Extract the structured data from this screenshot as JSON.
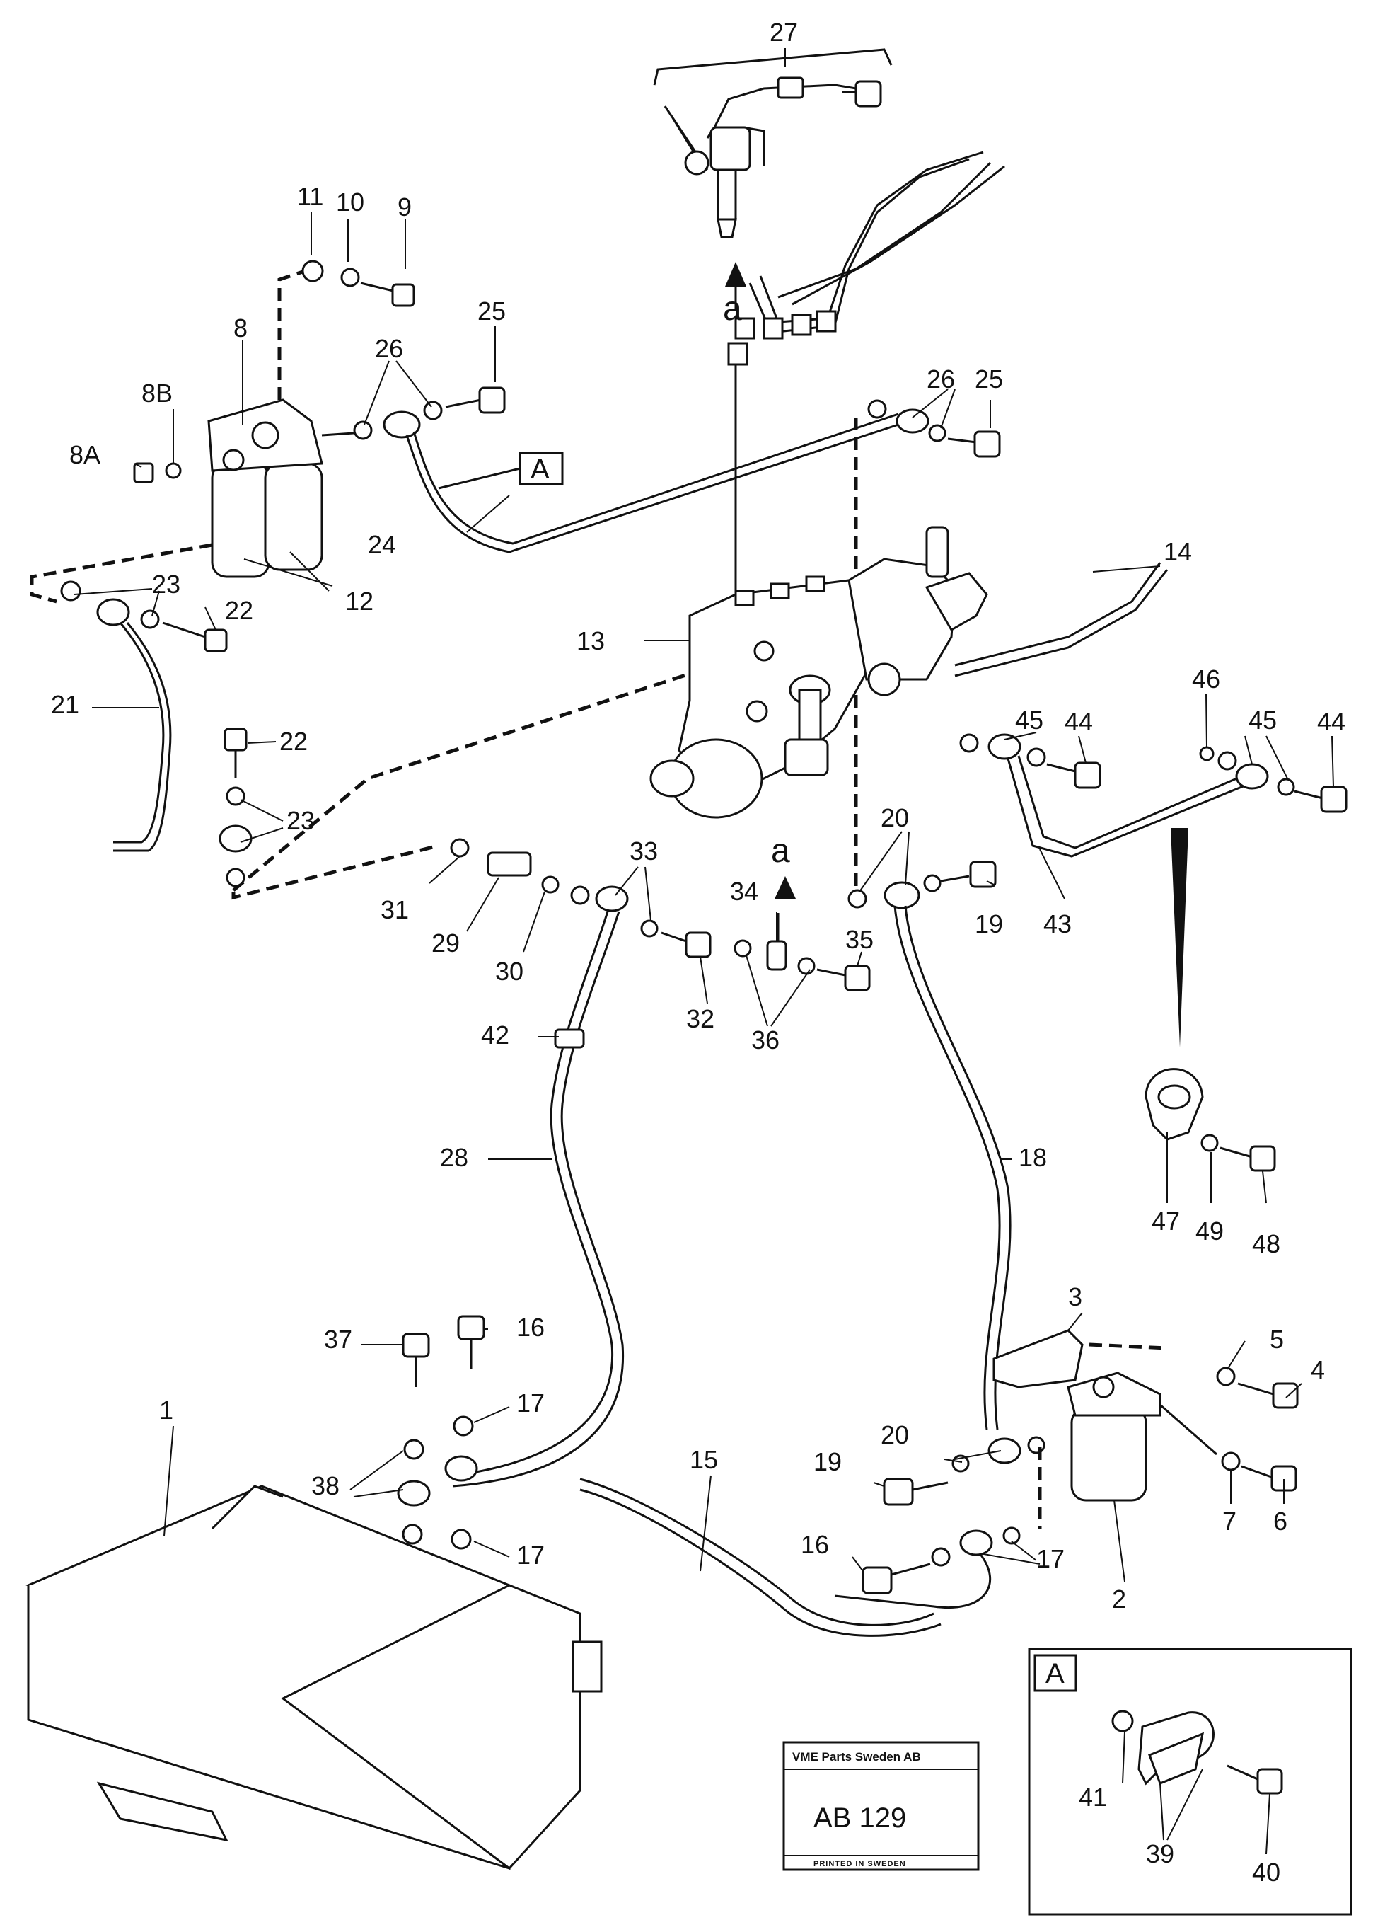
{
  "diagram": {
    "callouts": [
      "27",
      "11",
      "10",
      "9",
      "25",
      "8",
      "8B",
      "8A",
      "26",
      "A",
      "24",
      "12",
      "23",
      "22",
      "21",
      "14",
      "13",
      "46",
      "45",
      "44",
      "43",
      "20",
      "19",
      "31",
      "29",
      "30",
      "33",
      "34",
      "35",
      "32",
      "36",
      "42",
      "28",
      "18",
      "47",
      "49",
      "48",
      "3",
      "5",
      "4",
      "37",
      "16",
      "17",
      "1",
      "15",
      "38",
      "7",
      "6",
      "2",
      "41",
      "39",
      "40"
    ],
    "view_arrow_label": "a",
    "detail_box_label": "A"
  },
  "stamp": {
    "company": "VME Parts Sweden AB",
    "code": "AB 129",
    "footer": "PRINTED IN SWEDEN"
  }
}
